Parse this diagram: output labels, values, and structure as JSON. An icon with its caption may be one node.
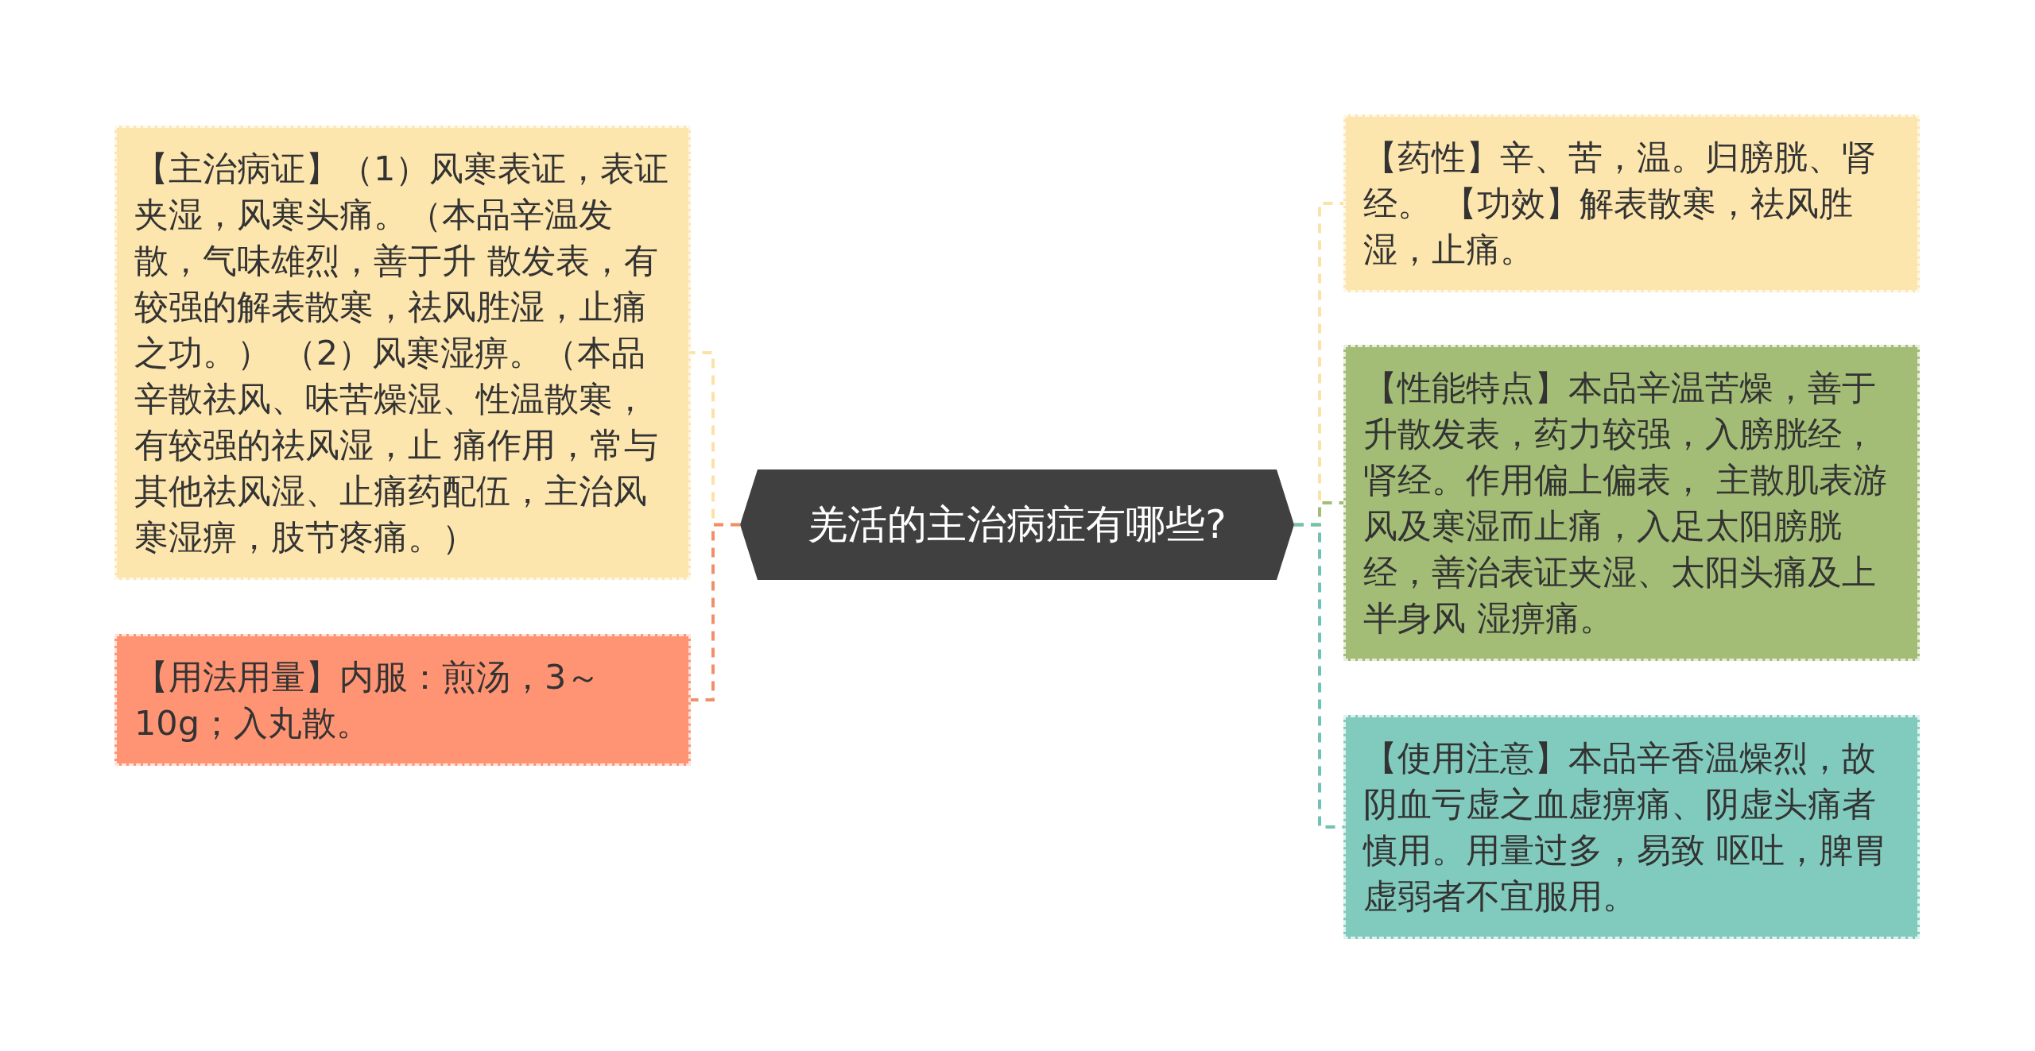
{
  "diagram": {
    "nodes": [
      {
        "text": [
          "羌活的主治病症有哪些?"
        ]
      },
      {
        "text": [
          "【主治病证】（1）风寒表证，表证夹湿，风寒头痛。（本品辛温发散，气味雄烈，善于升 散发表，有较强的解表散寒，祛风胜湿，止痛之功。） （2）风寒湿痹。（本品辛散祛风、味苦燥湿、性温散寒，有较强的祛风湿，止 痛作用，常与其他祛风湿、止痛药配伍，主治风寒湿痹，肢节疼痛。）"
        ]
      },
      {
        "text": [
          "【用法用量】内服：煎汤，3～10g；入丸散。"
        ]
      },
      {
        "text": [
          "【药性】辛、苦，温。归膀胱、肾经。 【功效】解表散寒，祛风胜湿，止痛。"
        ]
      },
      {
        "text": [
          "【性能特点】本品辛温苦燥，善于升散发表，药力较强，入膀胱经，肾经。作用偏上偏表， 主散肌表游风及寒湿而止痛，入足太阳膀胱经，善治表证夹湿、太阳头痛及上半身风 湿痹痛。"
        ]
      },
      {
        "text": [
          "【使用注意】本品辛香温燥烈，故阴血亏虚之血虚痹痛、阴虚头痛者慎用。用量过多，易致 呕吐，脾胃虚弱者不宜服用。"
        ]
      }
    ],
    "edges": [
      {
        "from": 0,
        "to": 1,
        "arrow": "none",
        "style": "dashed",
        "color": "#fbe3a8"
      },
      {
        "from": 0,
        "to": 2,
        "arrow": "none",
        "style": "dashed",
        "color": "#f0906a"
      },
      {
        "from": 0,
        "to": 3,
        "arrow": "none",
        "style": "dashed",
        "color": "#fbe3a8"
      },
      {
        "from": 0,
        "to": 4,
        "arrow": "none",
        "style": "dashed",
        "color": "#a3bd76"
      },
      {
        "from": 0,
        "to": 5,
        "arrow": "none",
        "style": "dashed",
        "color": "#72c2b3"
      }
    ]
  }
}
